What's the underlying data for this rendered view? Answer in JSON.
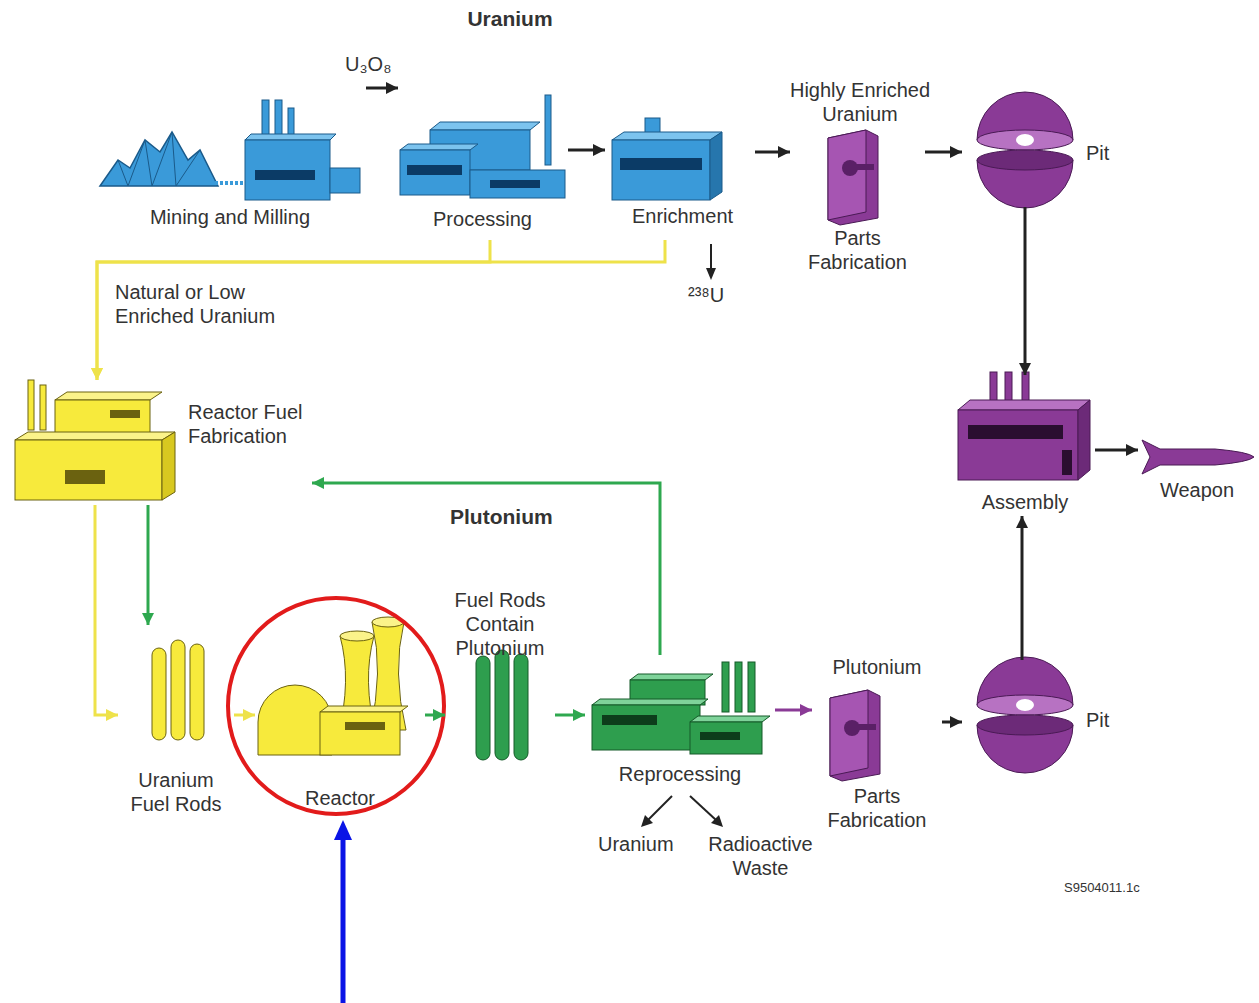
{
  "diagram": {
    "title": "Uranium",
    "nodes": [
      {
        "text": [
          "Mining and Milling"
        ]
      },
      {
        "text": [
          "Processing"
        ]
      },
      {
        "text": [
          "Enrichment"
        ]
      },
      {
        "text": [
          "Highly Enriched Uranium",
          "Parts Fabrication"
        ]
      },
      {
        "text": [
          "Pit"
        ]
      },
      {
        "text": [
          "Reactor Fuel Fabrication"
        ]
      },
      {
        "text": [
          "Assembly"
        ]
      },
      {
        "text": [
          "Weapon"
        ]
      },
      {
        "text": [
          "Uranium Fuel Rods"
        ]
      },
      {
        "text": [
          "Reactor"
        ]
      },
      {
        "text": [
          "Fuel Rods Contain Plutonium"
        ]
      },
      {
        "text": [
          "Reprocessing"
        ]
      },
      {
        "text": [
          "Plutonium",
          "Parts Fabrication"
        ]
      },
      {
        "text": [
          "Pit"
        ]
      }
    ],
    "edges": [
      {
        "from": 0,
        "to": 1,
        "arrow": "to",
        "label": "U₃O₈"
      },
      {
        "from": 1,
        "to": 2,
        "arrow": "to"
      },
      {
        "from": 2,
        "to": 3,
        "arrow": "to"
      },
      {
        "from": 3,
        "to": 4,
        "arrow": "to"
      },
      {
        "from": 4,
        "to": 6,
        "arrow": "to"
      },
      {
        "from": 6,
        "to": 7,
        "arrow": "to"
      },
      {
        "from": 1,
        "to": 5,
        "arrow": "to",
        "label": "Natural or Low Enriched Uranium"
      },
      {
        "from": 2,
        "to": 5,
        "arrow": "to"
      },
      {
        "from": 5,
        "to": 8,
        "arrow": "to"
      },
      {
        "from": 5,
        "to": 8,
        "arrow": "to"
      },
      {
        "from": 8,
        "to": 9,
        "arrow": "to"
      },
      {
        "from": 9,
        "to": 10,
        "arrow": "to"
      },
      {
        "from": 10,
        "to": 11,
        "arrow": "to"
      },
      {
        "from": 11,
        "to": 5,
        "arrow": "to"
      },
      {
        "from": 11,
        "to": 12,
        "arrow": "to"
      },
      {
        "from": 12,
        "to": 13,
        "arrow": "to"
      },
      {
        "from": 13,
        "to": 6,
        "arrow": "to"
      }
    ],
    "labels": [
      "Plutonium",
      "²³⁸U",
      "Uranium",
      "Radioactive Waste",
      "S9504011.1c"
    ]
  }
}
